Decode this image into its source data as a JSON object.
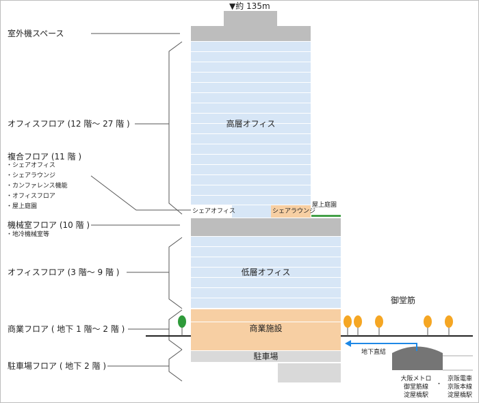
{
  "height_label": "▼約 135m",
  "labels": {
    "machine_space": "室外機スペース",
    "office_high": "オフィスフロア (12 階～ 27 階 )",
    "complex_floor": "複合フロア (11 階 )",
    "complex_items": [
      "シェアオフィス",
      "シェアラウンジ",
      "カンファレンス機能",
      "オフィスフロア",
      "屋上庭園"
    ],
    "machine_room": "機械室フロア (10 階 )",
    "machine_room_sub": "地冷機械室等",
    "office_low": "オフィスフロア (3 階～ 9 階 )",
    "commercial": "商業フロア ( 地下 1 階～ 2 階 )",
    "parking_floor": "駐車場フロア ( 地下 2 階 )"
  },
  "building": {
    "high_office": "高層オフィス",
    "share_office": "シェアオフィス",
    "share_lounge": "シェアラウンジ",
    "rooftop_garden": "屋上庭園",
    "low_office": "低層オフィス",
    "commercial": "商業施設",
    "parking": "駐車場"
  },
  "street": {
    "name": "御堂筋",
    "direct": "地下直結",
    "station_metro": [
      "大阪メトロ",
      "御堂筋線",
      "淀屋橋駅"
    ],
    "station_keihan": [
      "京阪電車",
      "京阪本線",
      "淀屋橋駅"
    ],
    "separator": "・"
  },
  "colors": {
    "office": "#d7e6f6",
    "machine": "#bdbdbd",
    "commercial": "#f7cfa3",
    "parking": "#d9d9d9",
    "tree_orange": "#f5a623",
    "tree_green": "#2e9a3a",
    "arrow": "#1e88e5",
    "garden_line": "#43a047"
  }
}
